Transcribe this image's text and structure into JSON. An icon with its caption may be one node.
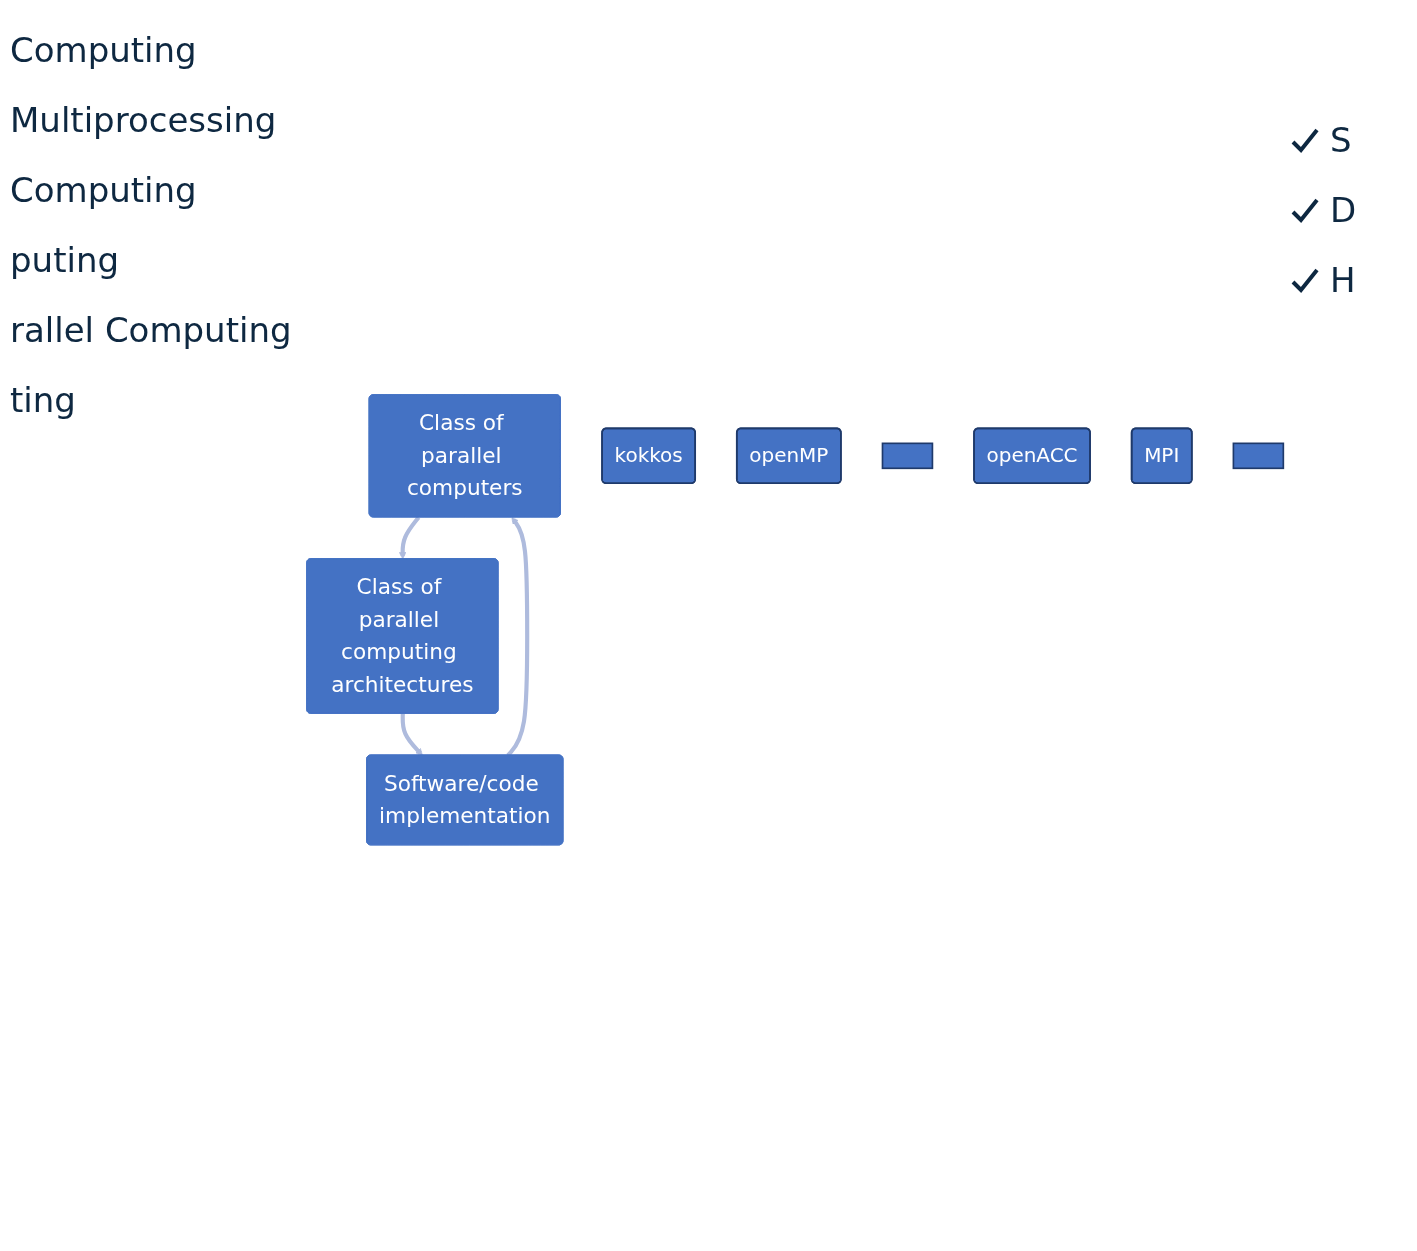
{
  "diagram": {
    "nodes": [
      {
        "text": [
          "Class of parallel computers"
        ]
      },
      {
        "text": [
          "Class of parallel computing architectures"
        ]
      },
      {
        "text": [
          "Software/code implementation"
        ]
      },
      {
        "text": [
          "kokkos"
        ]
      },
      {
        "text": [
          "openMP"
        ]
      },
      {
        "text": [],
        "shape": "box"
      },
      {
        "text": [
          "openACC"
        ]
      },
      {
        "text": [
          "MPI"
        ]
      },
      {
        "text": [],
        "shape": "box"
      }
    ],
    "edges": [
      {
        "from": 0,
        "to": 1,
        "arrow": "to"
      },
      {
        "from": 1,
        "to": 2,
        "arrow": "to"
      },
      {
        "from": 2,
        "to": 0,
        "arrow": "to"
      }
    ],
    "labels": [
      "Computing",
      "Multiprocessing",
      "Computing",
      "puting",
      "rallel Computing",
      "ting",
      "S",
      "D",
      "H"
    ]
  }
}
